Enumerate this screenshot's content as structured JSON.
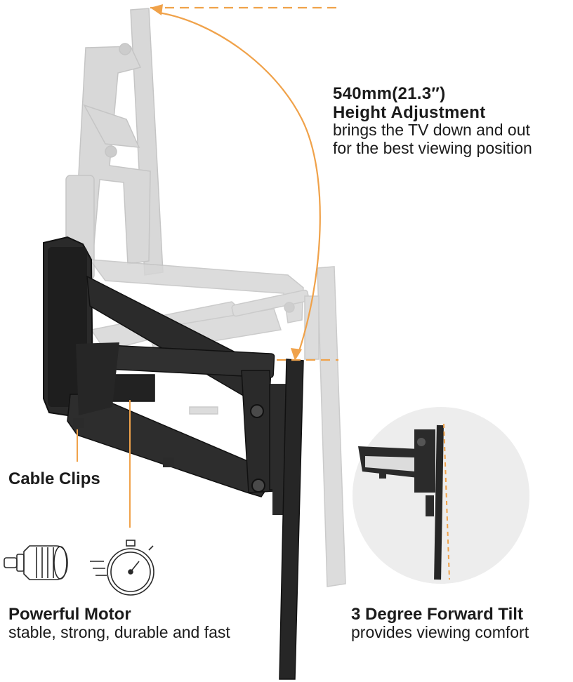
{
  "height_callout": {
    "measure": "540mm(21.3″)",
    "title": "Height Adjustment",
    "desc_line1": "brings the TV down and out",
    "desc_line2": "for the best viewing position"
  },
  "cable_clips": {
    "label": "Cable Clips"
  },
  "motor": {
    "title": "Powerful Motor",
    "desc": "stable, strong, durable and fast"
  },
  "tilt": {
    "title": "3 Degree Forward Tilt",
    "desc": "provides viewing comfort"
  },
  "colors": {
    "accent": "#f0a24a",
    "mount_dark": "#242424",
    "mount_ghost": "#c9c9c9",
    "circle_bg": "#ededed"
  },
  "icons": [
    "motor-icon",
    "stopwatch-icon",
    "height-arc-arrow-icon"
  ]
}
